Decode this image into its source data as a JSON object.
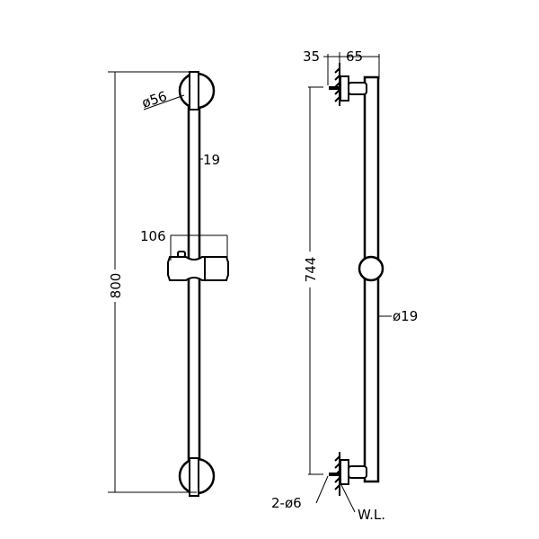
{
  "front_view": {
    "dim_bracket_diameter": "ø56",
    "dim_rod_diameter": "19",
    "dim_slider_width": "106",
    "dim_overall_height": "800"
  },
  "side_view": {
    "dim_wall_offset": "35",
    "dim_rod_offset": "65",
    "dim_mount_spacing": "744",
    "dim_rod_diameter": "ø19",
    "dim_screws": "2-ø6",
    "label_wall_line": "W.L."
  }
}
